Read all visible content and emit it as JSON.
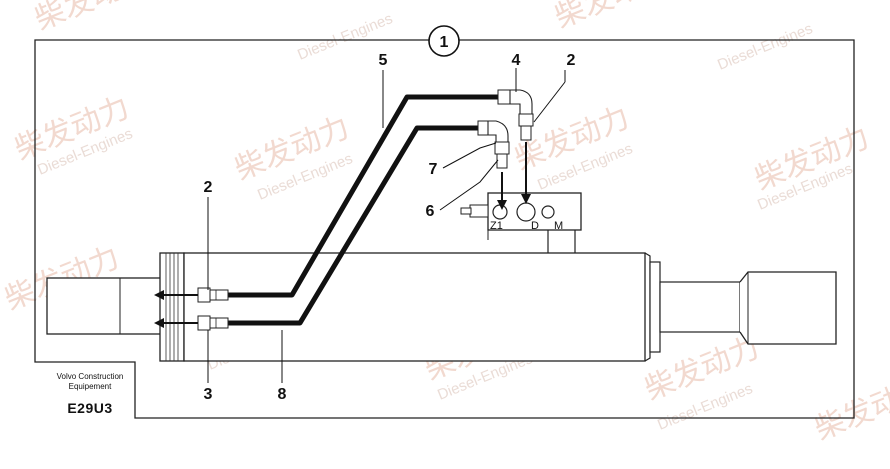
{
  "watermark": {
    "cn": "柴发动力",
    "en": "Diesel-Engines"
  },
  "figure_number": "1",
  "callouts": {
    "c5": "5",
    "c4": "4",
    "c2_top": "2",
    "c7": "7",
    "c6": "6",
    "c2_left": "2",
    "c3": "3",
    "c8": "8"
  },
  "ports": {
    "z1": "Z1",
    "d": "D",
    "m": "M"
  },
  "footer": {
    "line1": "Volvo Construction",
    "line2": "Equipement",
    "code": "E29U3"
  }
}
